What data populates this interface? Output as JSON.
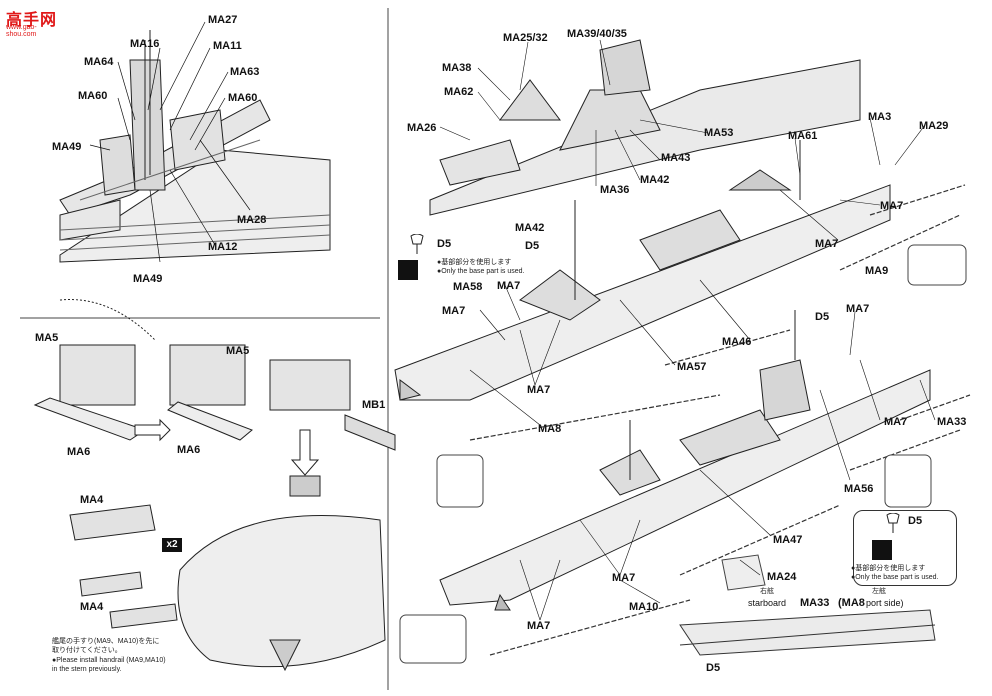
{
  "watermark": {
    "chars": "高手网",
    "url": "www.gao-shou.com"
  },
  "labels": {
    "ma27": "MA27",
    "ma16": "MA16",
    "ma11": "MA11",
    "ma64": "MA64",
    "ma63": "MA63",
    "ma60a": "MA60",
    "ma60b": "MA60",
    "ma49a": "MA49",
    "ma28": "MA28",
    "ma12": "MA12",
    "ma49b": "MA49",
    "ma25_32": "MA25/32",
    "ma39_40_35": "MA39/40/35",
    "ma38": "MA38",
    "ma62": "MA62",
    "ma26": "MA26",
    "ma53": "MA53",
    "ma61": "MA61",
    "ma3": "MA3",
    "ma29": "MA29",
    "ma43": "MA43",
    "ma42a": "MA42",
    "ma36": "MA36",
    "ma42b": "MA42",
    "d5a": "D5",
    "d5b": "D5",
    "ma7a": "MA7",
    "ma7b": "MA7",
    "ma9": "MA9",
    "ma58": "MA58",
    "ma7c": "MA7",
    "ma7d": "MA7",
    "ma57": "MA57",
    "ma46": "MA46",
    "ma7e": "MA7",
    "ma8a": "MA8",
    "d5c": "D5",
    "ma7f": "MA7",
    "ma7g": "MA7",
    "ma33a": "MA33",
    "ma56": "MA56",
    "ma47": "MA47",
    "ma24": "MA24",
    "ma7h": "MA7",
    "ma7i": "MA7",
    "ma10": "MA10",
    "ma5a": "MA5",
    "ma5b": "MA5",
    "mb1": "MB1",
    "ma6a": "MA6",
    "ma6b": "MA6",
    "ma4a": "MA4",
    "ma4b": "MA4",
    "x2": "x2",
    "d5d": "D5",
    "d5e": "D5",
    "starboard_jp": "右舷",
    "starboard": "starboard",
    "ma33b": "MA33",
    "ma8b": "(MA8",
    "portside_jp": "左舷",
    "portside": "port side)"
  },
  "notes": {
    "base_jp_1": "●基部部分を使用します",
    "base_en_1": "●Only the base part is used.",
    "base_jp_2": "●基部部分を使用します",
    "base_en_2": "●Only the base part is used.",
    "stern_jp_1": "艦尾の手すり(MA9、MA10)を先に",
    "stern_jp_2": "取り付けてください。",
    "stern_en_1": "●Please install handrail (MA9,MA10)",
    "stern_en_2": "in the stern previously."
  }
}
